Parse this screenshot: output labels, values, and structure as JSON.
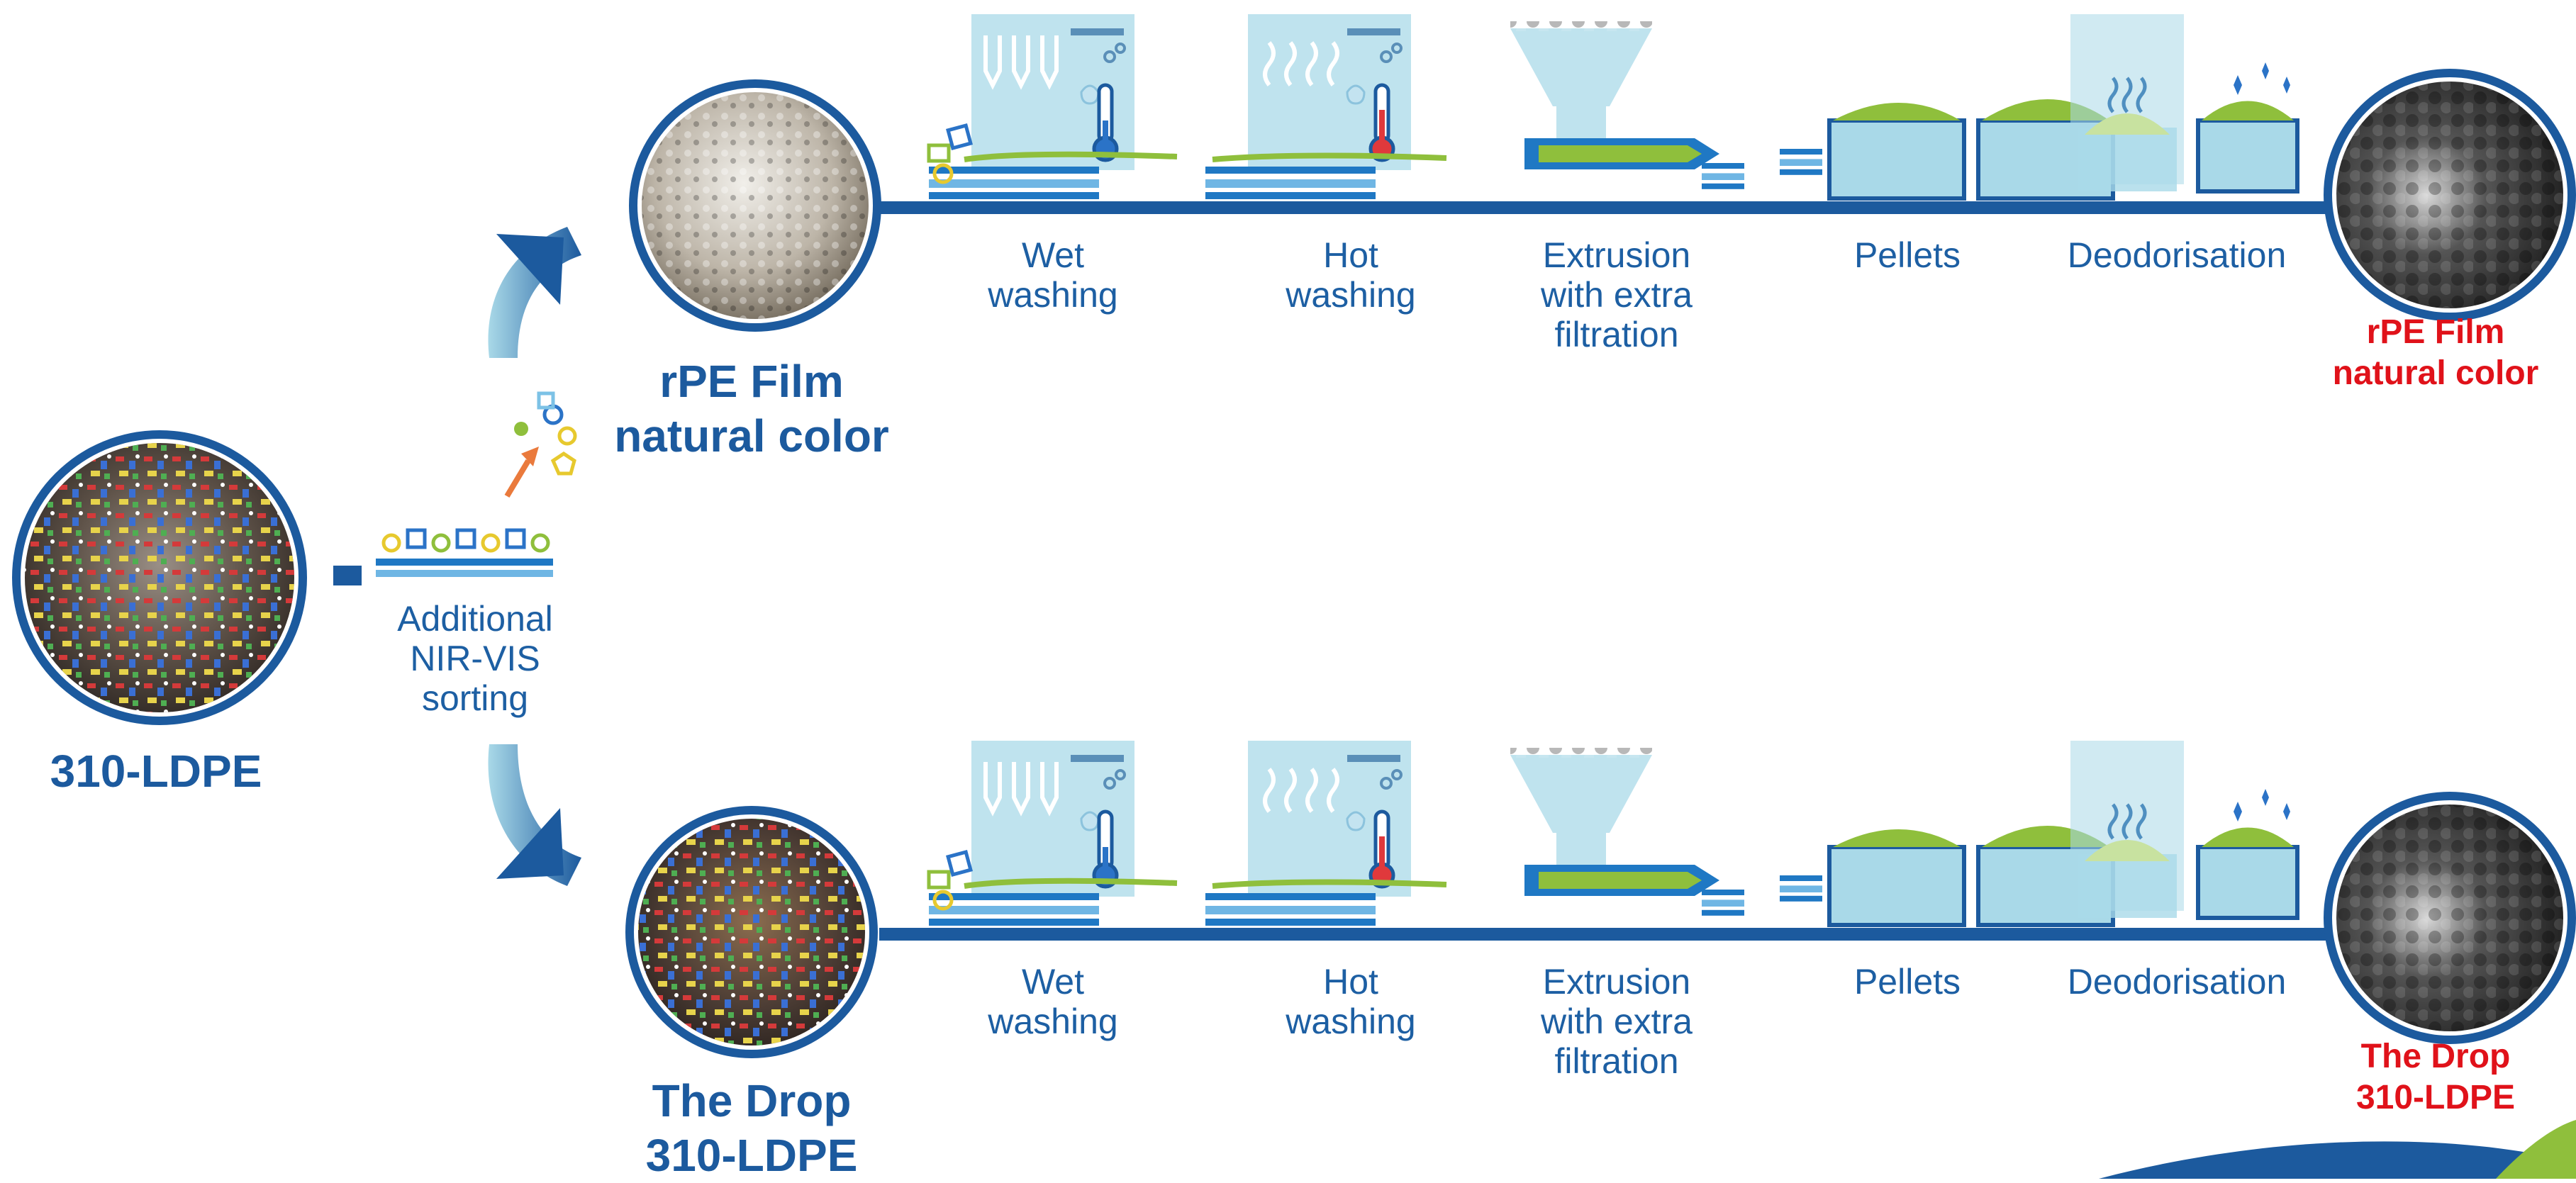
{
  "source": {
    "label": "310-LDPE"
  },
  "sorting": {
    "label_lines": [
      "Additional",
      "NIR-VIS",
      "sorting"
    ]
  },
  "rows": [
    {
      "name": "top",
      "input_label_lines": [
        "rPE Film",
        "natural color"
      ],
      "output_label_lines": [
        "rPE Film",
        "natural color"
      ],
      "steps": [
        {
          "icon": "wet-washing-icon",
          "lines": [
            "Wet",
            "washing"
          ]
        },
        {
          "icon": "hot-washing-icon",
          "lines": [
            "Hot",
            "washing"
          ]
        },
        {
          "icon": "extrusion-icon",
          "lines": [
            "Extrusion",
            "with extra",
            "filtration"
          ]
        },
        {
          "icon": "pellets-icon",
          "lines": [
            "Pellets"
          ]
        },
        {
          "icon": "deodorisation-icon",
          "lines": [
            "Deodorisation"
          ]
        }
      ]
    },
    {
      "name": "bottom",
      "input_label_lines": [
        "The Drop",
        "310-LDPE"
      ],
      "output_label_lines": [
        "The Drop",
        "310-LDPE"
      ],
      "steps": [
        {
          "icon": "wet-washing-icon",
          "lines": [
            "Wet",
            "washing"
          ]
        },
        {
          "icon": "hot-washing-icon",
          "lines": [
            "Hot",
            "washing"
          ]
        },
        {
          "icon": "extrusion-icon",
          "lines": [
            "Extrusion",
            "with extra",
            "filtration"
          ]
        },
        {
          "icon": "pellets-icon",
          "lines": [
            "Pellets"
          ]
        },
        {
          "icon": "deodorisation-icon",
          "lines": [
            "Deodorisation"
          ]
        }
      ]
    }
  ],
  "colors": {
    "primary_blue": "#1c5a9e",
    "light_blue": "#a9d9e8",
    "output_red": "#e0121a",
    "arrow_orange": "#ea7a3c",
    "green_accent": "#8fbf3c"
  }
}
